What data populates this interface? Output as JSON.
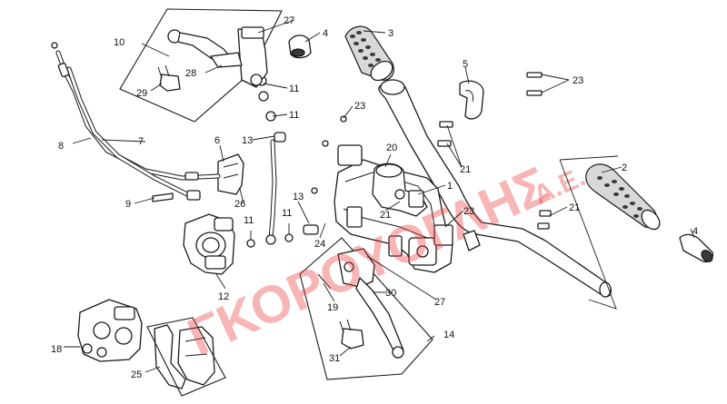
{
  "watermark": {
    "text": "ΓΚΟΡΟΥΟΓΛΗΣ",
    "suffix": "Α.Ε.",
    "color": "#eb3c3c"
  },
  "callouts": [
    {
      "id": "c1",
      "text": "1"
    },
    {
      "id": "c2",
      "text": "2"
    },
    {
      "id": "c3",
      "text": "3"
    },
    {
      "id": "c4a",
      "text": "4"
    },
    {
      "id": "c4b",
      "text": "4"
    },
    {
      "id": "c5",
      "text": "5"
    },
    {
      "id": "c6",
      "text": "6"
    },
    {
      "id": "c7",
      "text": "7"
    },
    {
      "id": "c8",
      "text": "8"
    },
    {
      "id": "c9",
      "text": "9"
    },
    {
      "id": "c10",
      "text": "10"
    },
    {
      "id": "c11a",
      "text": "11"
    },
    {
      "id": "c11b",
      "text": "11"
    },
    {
      "id": "c11c",
      "text": "11"
    },
    {
      "id": "c11d",
      "text": "11"
    },
    {
      "id": "c12",
      "text": "12"
    },
    {
      "id": "c13a",
      "text": "13"
    },
    {
      "id": "c13b",
      "text": "13"
    },
    {
      "id": "c14",
      "text": "14"
    },
    {
      "id": "c18",
      "text": "18"
    },
    {
      "id": "c19",
      "text": "19"
    },
    {
      "id": "c20",
      "text": "20"
    },
    {
      "id": "c21a",
      "text": "21"
    },
    {
      "id": "c21b",
      "text": "21"
    },
    {
      "id": "c21c",
      "text": "21"
    },
    {
      "id": "c23a",
      "text": "23"
    },
    {
      "id": "c23b",
      "text": "23"
    },
    {
      "id": "c23c",
      "text": "23"
    },
    {
      "id": "c24",
      "text": "24"
    },
    {
      "id": "c25",
      "text": "25"
    },
    {
      "id": "c26",
      "text": "26"
    },
    {
      "id": "c27a",
      "text": "27"
    },
    {
      "id": "c27b",
      "text": "27"
    },
    {
      "id": "c28",
      "text": "28"
    },
    {
      "id": "c29",
      "text": "29"
    },
    {
      "id": "c30",
      "text": "30"
    },
    {
      "id": "c31",
      "text": "31"
    }
  ]
}
